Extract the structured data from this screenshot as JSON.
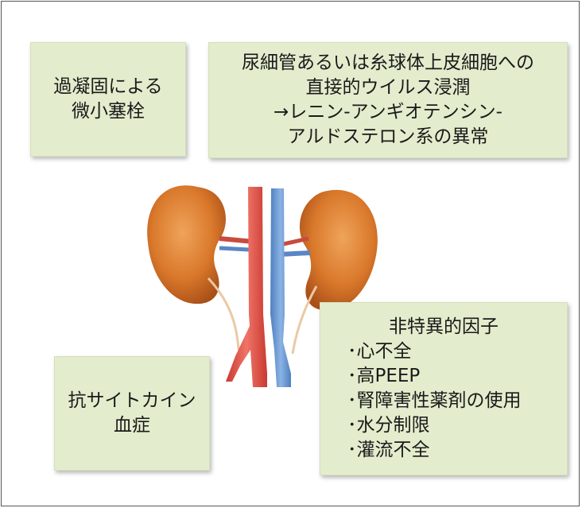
{
  "boxes": {
    "microthrombosis": {
      "lines": [
        "過凝固による",
        "微小塞栓"
      ]
    },
    "viral_infiltration": {
      "lines": [
        "尿細管あるいは糸球体上皮細胞への",
        "直接的ウイルス浸潤",
        "→レニン-アンギオテンシン-",
        "アルドステロン系の異常"
      ]
    },
    "cytokinemia": {
      "lines": [
        "抗サイトカイン",
        "血症"
      ]
    },
    "nonspecific": {
      "title": "非特異的因子",
      "items": [
        "･心不全",
        "･高PEEP",
        "･腎障害性薬剤の使用",
        "･水分制限",
        "･灌流不全"
      ]
    }
  },
  "colors": {
    "box_fill": "#e3edcd",
    "kidney": "#d9782b",
    "artery": "#e05548",
    "vein": "#6d9ad3"
  }
}
